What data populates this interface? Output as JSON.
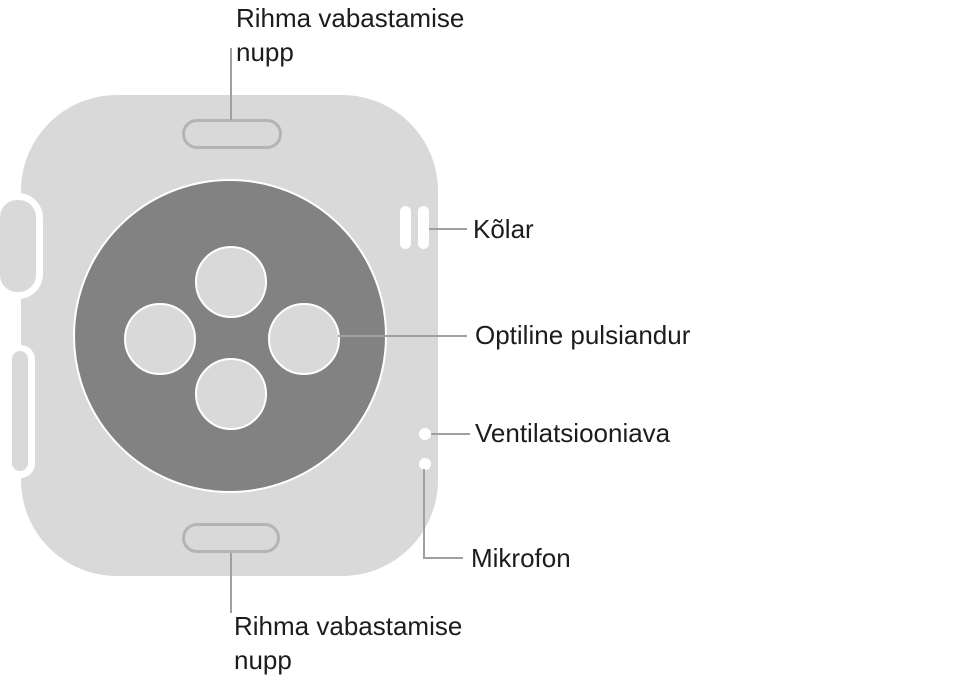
{
  "diagram": {
    "labels": {
      "band_release_top": {
        "lines": [
          "Rihma vabastamise",
          "nupp"
        ]
      },
      "speaker": {
        "text": "Kõlar"
      },
      "optical_sensor": {
        "text": "Optiline pulsiandur"
      },
      "vent": {
        "text": "Ventilatsiooniava"
      },
      "microphone": {
        "text": "Mikrofon"
      },
      "band_release_bottom": {
        "lines": [
          "Rihma vabastamise",
          "nupp"
        ]
      }
    },
    "colors": {
      "background": "#ffffff",
      "body_gray": "#d9d9d9",
      "sensor_gray": "#828282",
      "outline_stroke": "#b4b4b4",
      "leader_line": "#a0a0a0",
      "label_text": "#1c1c1e",
      "hole_white": "#ffffff"
    }
  }
}
